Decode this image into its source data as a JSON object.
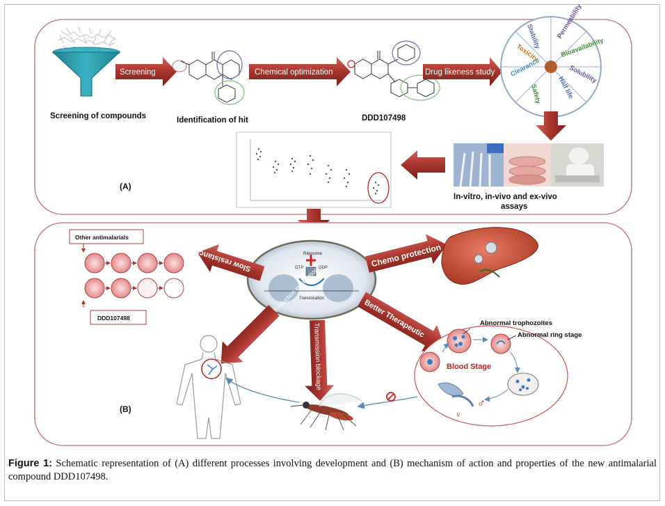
{
  "panelA": {
    "label": "(A)",
    "steps": {
      "screening_compounds": "Screening of compounds",
      "identification_hit": "Identification of hit",
      "compound": "DDD107498",
      "assays_line1": "In-vitro, in-vivo and ex-vivo",
      "assays_line2": "assays"
    },
    "arrows": {
      "screening": "Screening",
      "chemical_optimization": "Chemical optimization",
      "drug_likeness": "Drug likeness study"
    },
    "wheel_labels": [
      "Permeability",
      "Solubility",
      "Half life",
      "Stability",
      "Toxicity",
      "Clearance",
      "Bioavailability",
      "Safety"
    ]
  },
  "panelB": {
    "label": "(B)",
    "ribosome_labels": {
      "title": "Ribosome",
      "gtp": "GTP",
      "gdp": "GDP",
      "translocation": "Translocation"
    },
    "arrows": {
      "slow_resistance": "Slow resistance",
      "chemo_protection": "Chemo protection",
      "better_therapeutic": "Better Therapeutic",
      "reduction_infection": "Reduction in infection",
      "transmission_blockage": "Transmission blockage"
    },
    "boxes": {
      "other_antimalarials": "Other antimalarials",
      "ddd": "DDD107498"
    },
    "blood_stage": {
      "title": "Blood Stage",
      "abnormal_trophozoites": "Abnormal trophozoites",
      "abnormal_ring": "Abnormal ring stage"
    }
  },
  "caption": {
    "prefix": "Figure 1:",
    "text": " Schematic representation of (A) different processes involving development and (B) mechanism of action and properties of the new antimalarial compound DDD107498."
  },
  "colors": {
    "arrow": "#a5342c",
    "panel_border": "#c98585",
    "accent": "#c02020"
  }
}
